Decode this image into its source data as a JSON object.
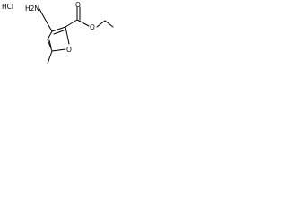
{
  "diagram": {
    "kind": "chemical-structure",
    "salt_label": "HCl",
    "atoms": {
      "amine": "H2N",
      "ring_oxygen": "O",
      "carbonyl_oxygen": "O",
      "ester_oxygen": "O"
    },
    "colors": {
      "bond": "#000000",
      "label": "#000000",
      "background": "#ffffff"
    }
  }
}
